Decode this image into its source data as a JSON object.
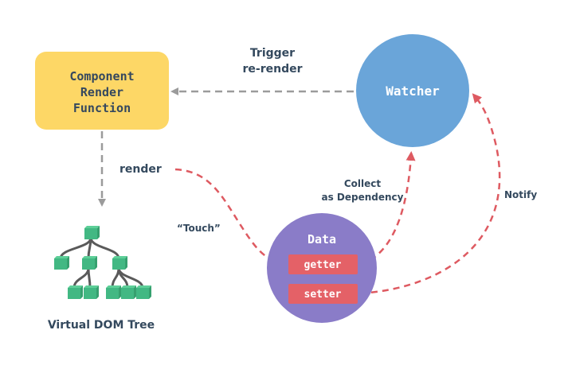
{
  "colors": {
    "component_fill": "#fdd766",
    "component_text": "#35485e",
    "watcher_fill": "#6aa5d9",
    "watcher_text": "#ffffff",
    "data_fill": "#8a7cc8",
    "data_text": "#ffffff",
    "accessor_fill": "#e46167",
    "accessor_text": "#ffffff",
    "label_text": "#34495e",
    "gray_arrow": "#9b9b9b",
    "red_arrow": "#de5a61",
    "tree_node": "#42b883",
    "tree_edge": "#5a5a5a"
  },
  "nodes": {
    "component": {
      "lines": [
        "Component",
        "Render",
        "Function"
      ]
    },
    "watcher": {
      "label": "Watcher"
    },
    "data": {
      "label": "Data",
      "getter": "getter",
      "setter": "setter"
    },
    "vdom": {
      "label": "Virtual DOM Tree"
    }
  },
  "labels": {
    "trigger": [
      "Trigger",
      "re-render"
    ],
    "render": "render",
    "touch": "“Touch”",
    "collect": [
      "Collect",
      "as Dependency"
    ],
    "notify": "Notify"
  }
}
